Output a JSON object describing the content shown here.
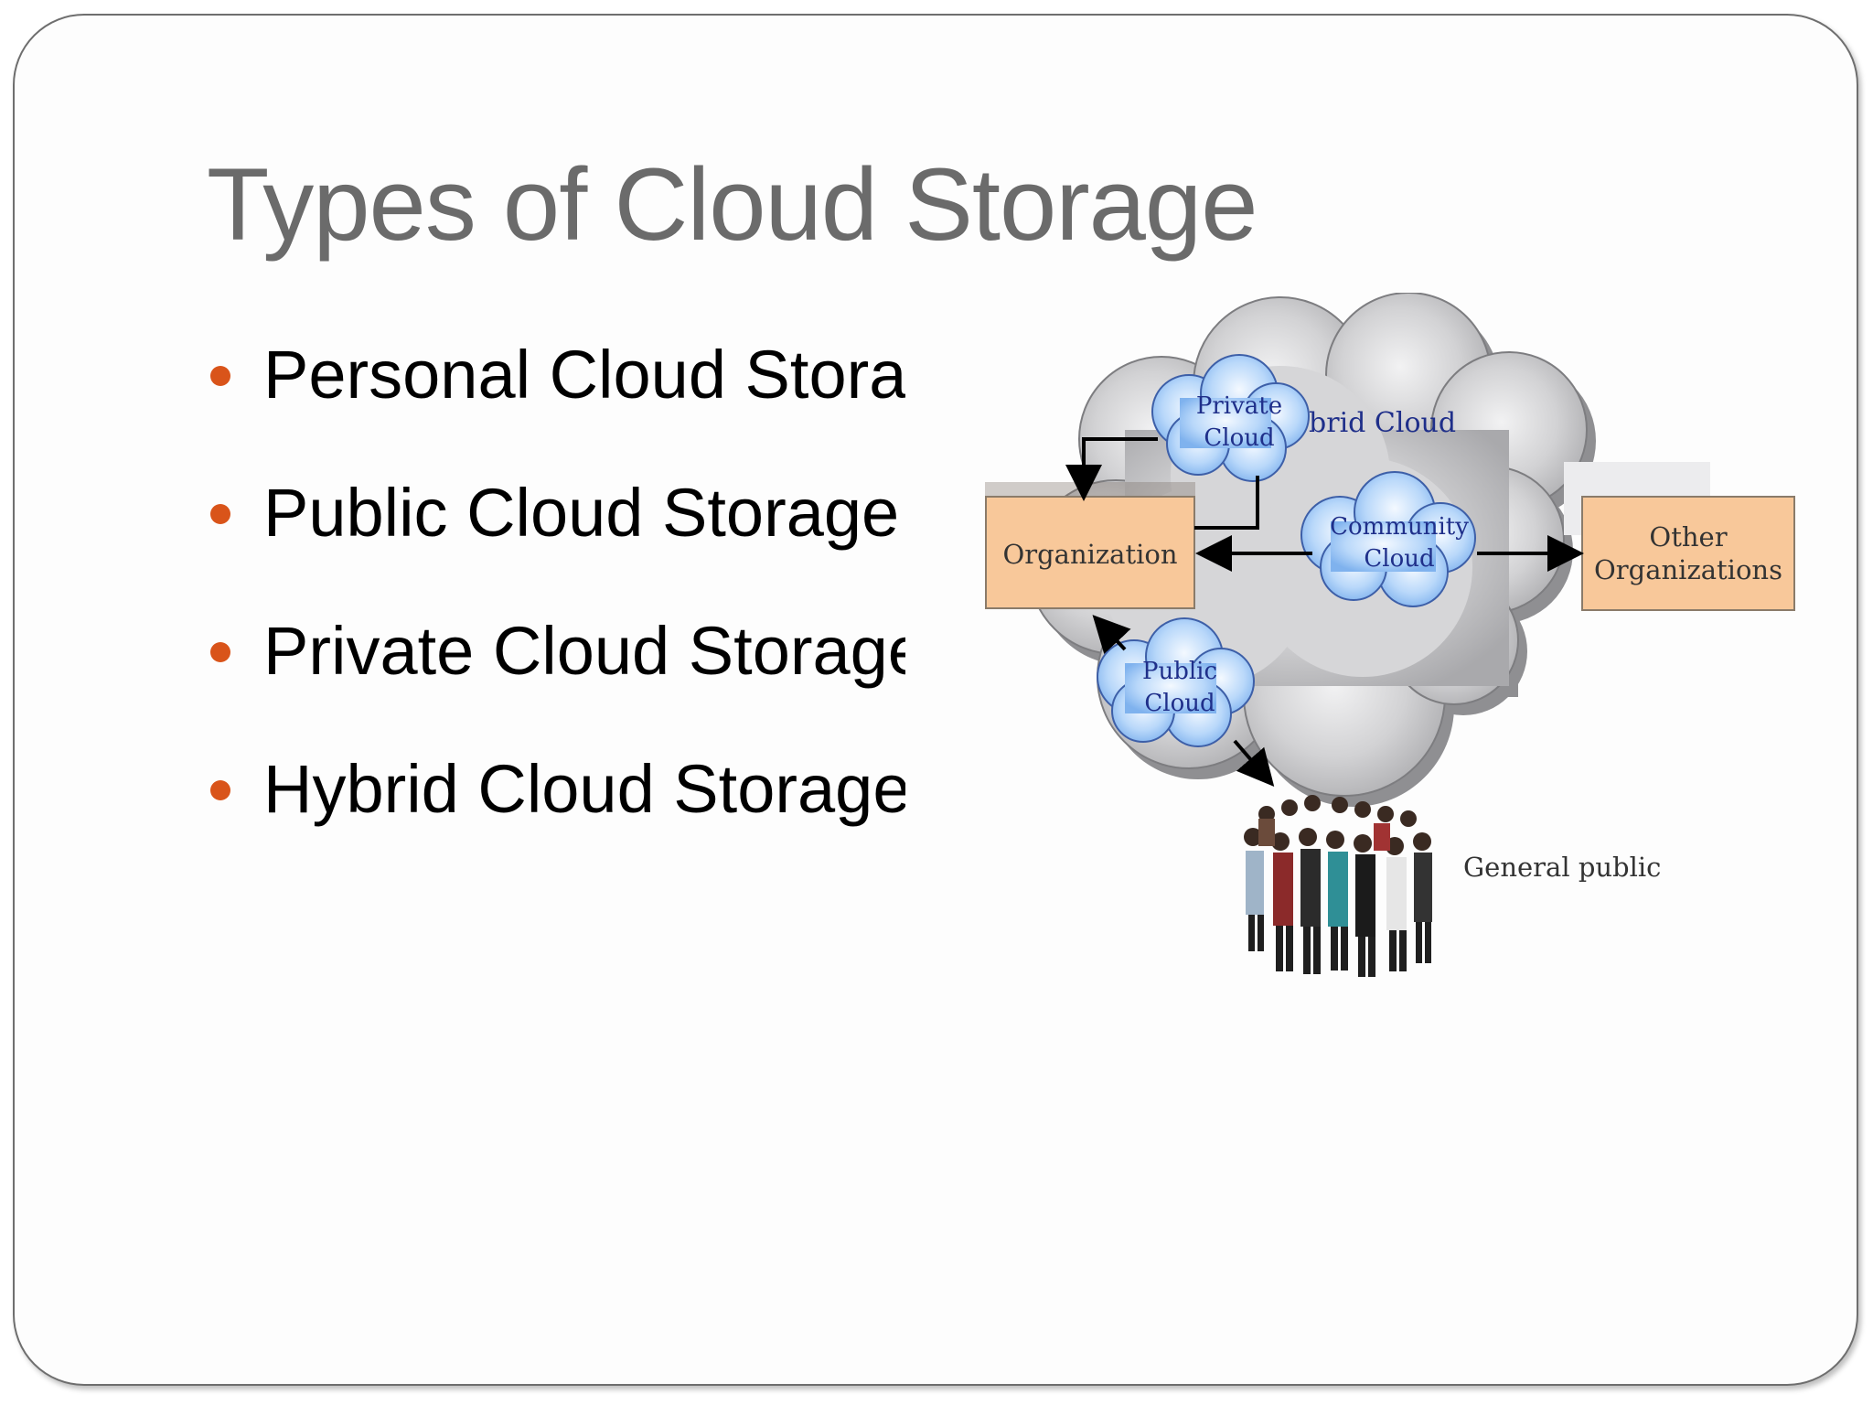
{
  "slide": {
    "title": "Types of Cloud Storage",
    "bullets": [
      "Personal Cloud Storage",
      "Public Cloud Storage",
      "Private Cloud Storage",
      "Hybrid Cloud Storage"
    ],
    "bullet_color": "#d9541a"
  },
  "diagram": {
    "hybrid_cloud_label": "Hybrid  Cloud",
    "private_cloud_label": [
      "Private",
      "Cloud"
    ],
    "community_cloud_label": [
      "Community",
      "Cloud"
    ],
    "public_cloud_label": [
      "Public",
      "Cloud"
    ],
    "organization_label": "Organization",
    "other_organizations_label": [
      "Other",
      "Organizations"
    ],
    "general_public_label": "General public",
    "colors": {
      "hybrid_cloud_fill": "#c4c4c6",
      "small_cloud_fill": "#a9cef6",
      "cloud_text": "#1f2f8a",
      "box_fill": "#f8c89a",
      "box_stroke": "#8a7b6a"
    }
  }
}
